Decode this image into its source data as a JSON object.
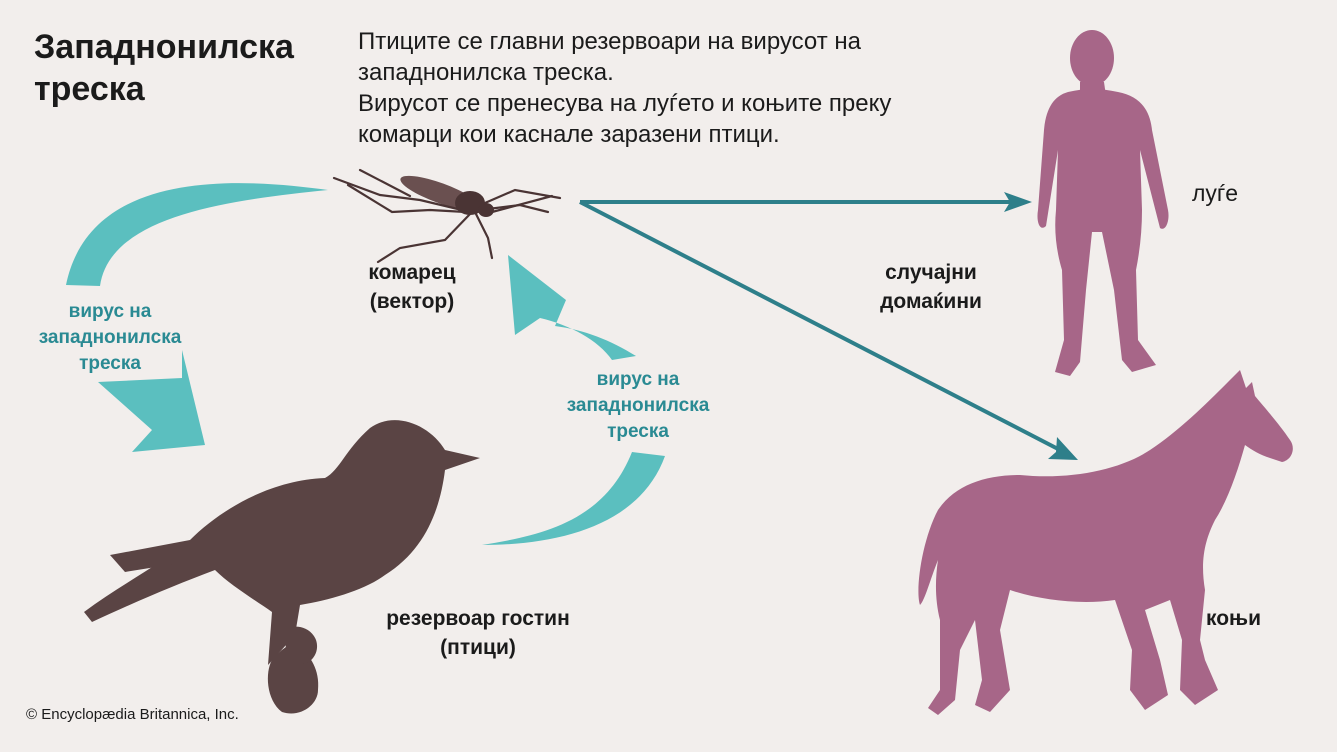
{
  "title": "Западнонилска треска",
  "description": [
    "Птиците се главни резервоари на вирусот на",
    "западнонилска треска.",
    "Вирусот се пренесува на луѓето и коњите преку",
    "комарци кои каснале заразени птици."
  ],
  "labels": {
    "mosquito": [
      "комарец",
      "(вектор)"
    ],
    "incidental_hosts": [
      "случајни",
      "домаќини"
    ],
    "humans": "луѓе",
    "horses": "коњи",
    "reservoir": [
      "резервоар гостин",
      "(птици)"
    ],
    "virus_left": [
      "вирус на",
      "западнонилска",
      "треска"
    ],
    "virus_right": [
      "вирус на",
      "западнонилска",
      "треска"
    ]
  },
  "copyright": "© Encyclopædia Britannica, Inc.",
  "colors": {
    "background": "#f2eeec",
    "teal": "#5bbfbf",
    "teal_text": "#2a8a93",
    "arrow_line": "#2e7f8a",
    "bird": "#5a4444",
    "host": "#a76688"
  }
}
